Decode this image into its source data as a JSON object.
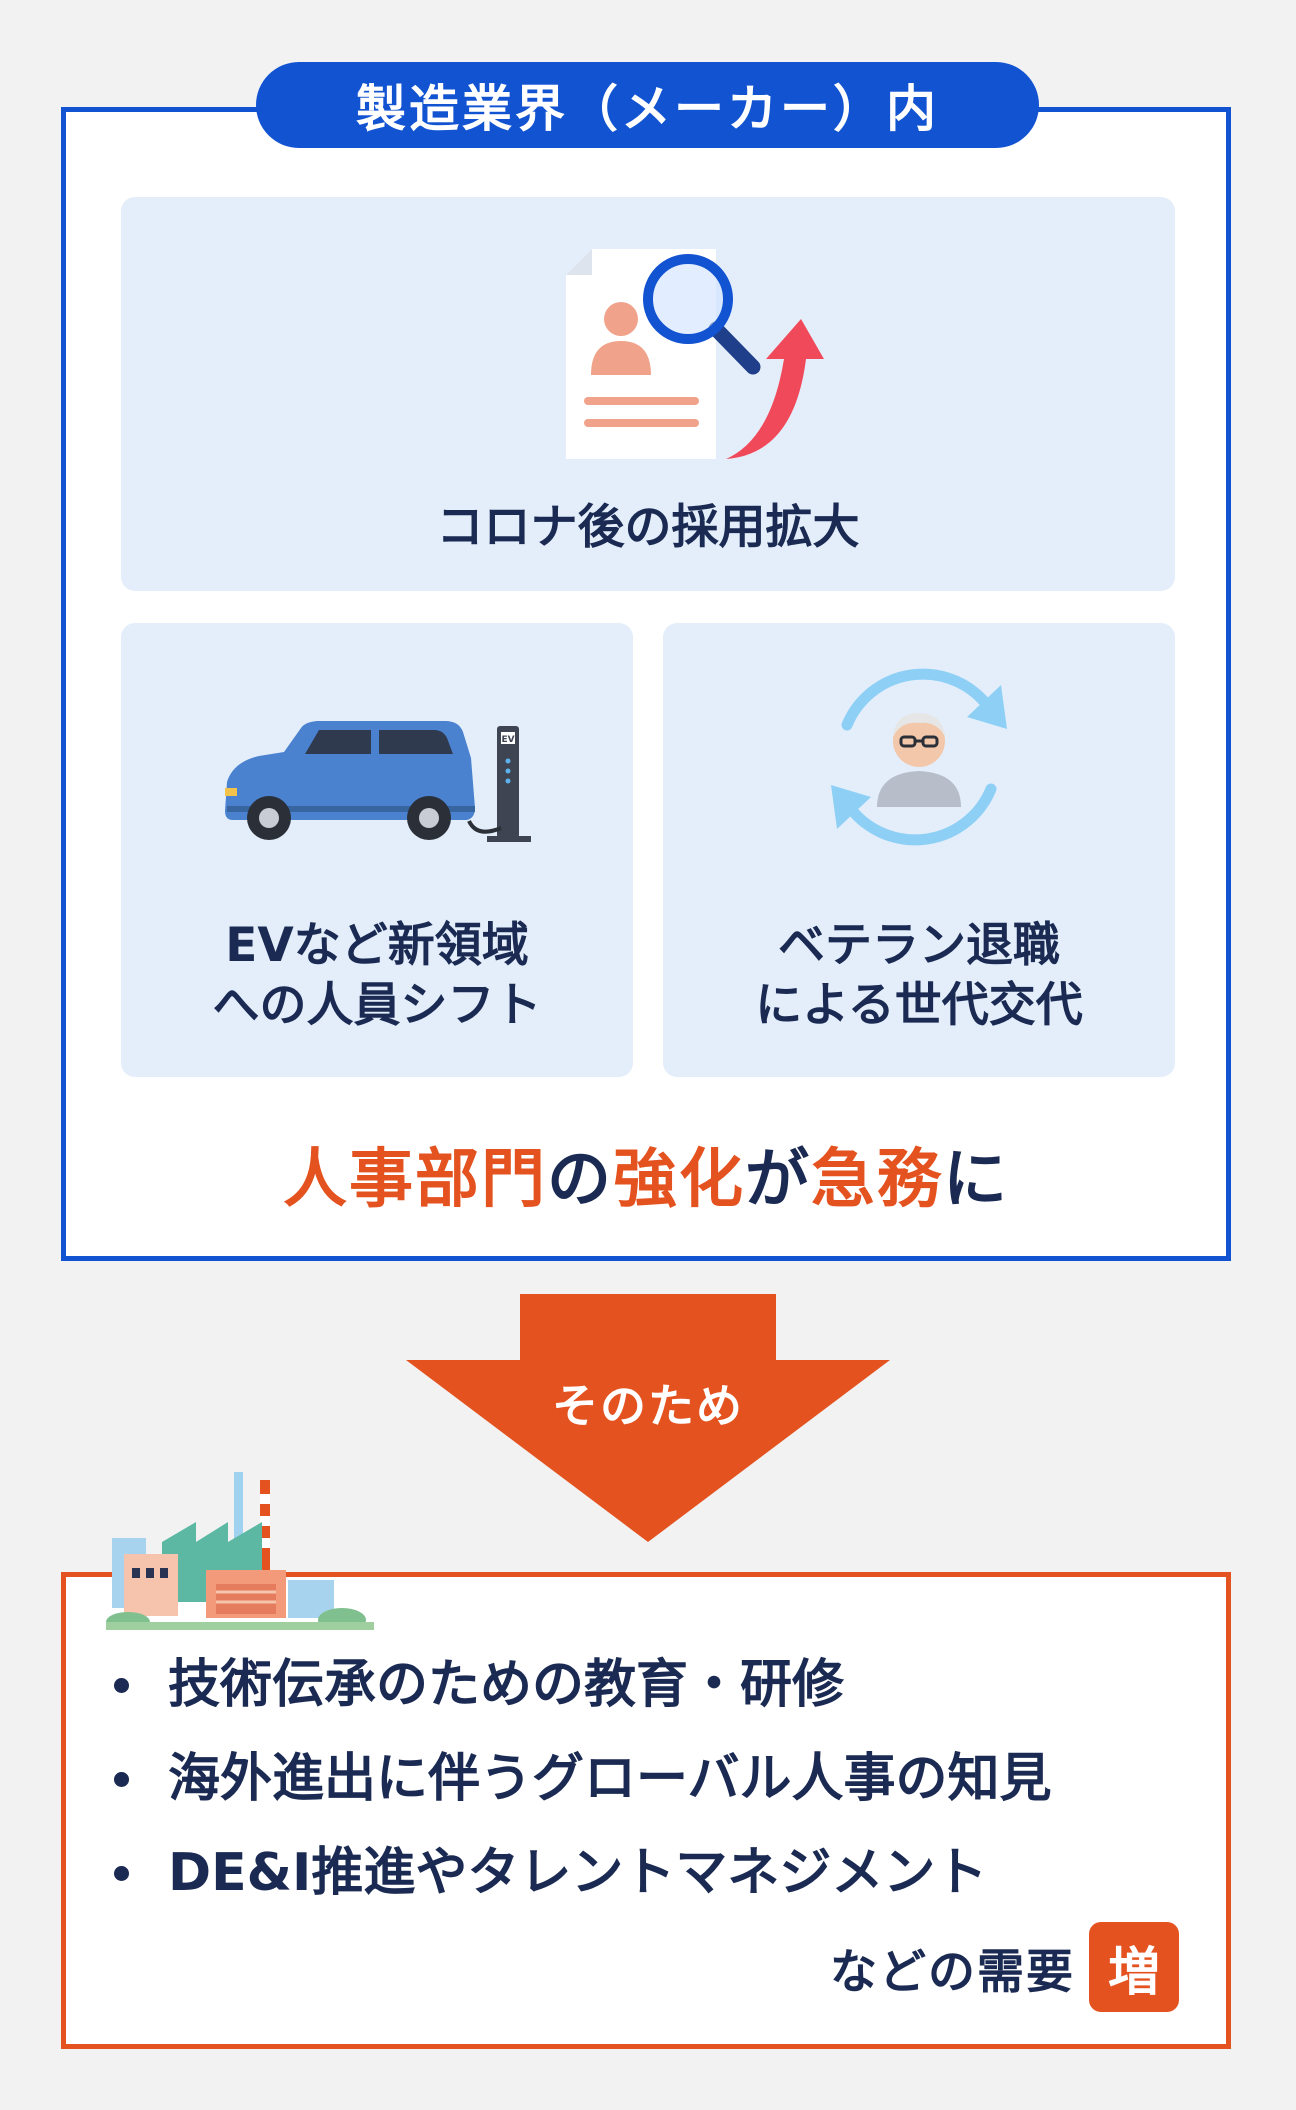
{
  "header": {
    "title": "製造業界（メーカー）内"
  },
  "panels": {
    "recruit": {
      "label": "コロナ後の採用拡大"
    },
    "ev": {
      "line1": "EVなど新領域",
      "line2": "への人員シフト",
      "charger_label": "EV"
    },
    "veteran": {
      "line1": "ベテラン退職",
      "line2": "による世代交代"
    }
  },
  "conclusion": {
    "p1": "人事部門",
    "p2": "の",
    "p3": "強化",
    "p4": "が",
    "p5": "急務",
    "p6": "に"
  },
  "arrow": {
    "label": "そのため"
  },
  "demands": {
    "items": [
      "技術伝承のための教育・研修",
      "海外進出に伴うグローバル人事の知見",
      "DE&I推進やタレントマネジメント"
    ],
    "suffix": "などの需要",
    "badge": "増"
  },
  "colors": {
    "blue": "#1253d2",
    "orange": "#e4521f",
    "panel": "#e4eefb",
    "navy": "#1a2a52"
  }
}
